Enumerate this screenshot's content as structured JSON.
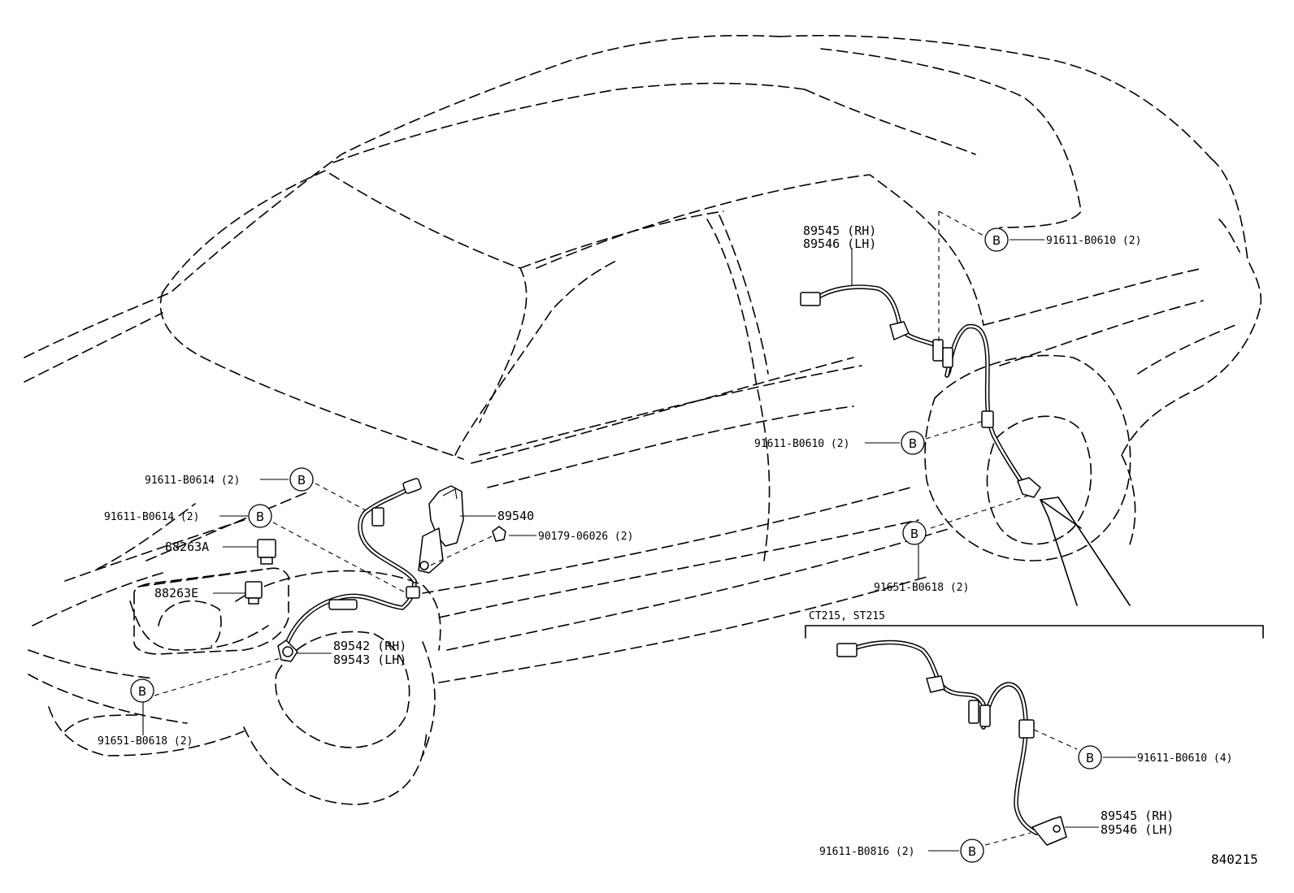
{
  "drawing_number": "840215",
  "variant_box_title": "CT215, ST215",
  "symbol": "B",
  "callouts": {
    "rear_sensor_top": [
      "89545 (RH)",
      "89546 (LH)"
    ],
    "bolt_top_right": "91611-B0610 (2)",
    "bolt_rear_mid": "91611-B0610 (2)",
    "bolt_rear_low": "91651-B0618 (2)",
    "bolt_front_1": "91611-B0614 (2)",
    "bolt_front_2": "91611-B0614 (2)",
    "relay_a": "88263A",
    "relay_e": "88263E",
    "bracket": "89540",
    "clip": "90179-06026 (2)",
    "front_sensor": [
      "89542 (RH)",
      "89543 (LH)"
    ],
    "bolt_front_low": "91651-B0618 (2)",
    "inset_bolt_1": "91611-B0610 (4)",
    "inset_bolt_2": "91611-B0816 (2)",
    "inset_sensor": [
      "89545 (RH)",
      "89546 (LH)"
    ]
  }
}
